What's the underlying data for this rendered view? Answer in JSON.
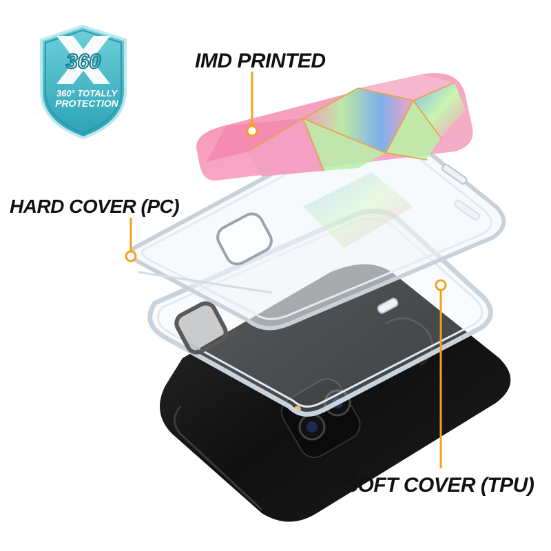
{
  "badge": {
    "logo_text": "360",
    "line1": "360° TOTALLY",
    "line2": "PROTECTION",
    "shield_color": "#5bc4cf",
    "shield_dark": "#1f8fa2"
  },
  "callouts": {
    "imd_printed": "IMD PRINTED",
    "hard_cover": "HARD COVER (PC)",
    "soft_cover": "SOFT COVER (TPU)"
  },
  "colors": {
    "callout_line": "#f2a21a",
    "phone_body": "#141414",
    "pattern_pink": "#f59ab8",
    "pattern_green": "#b8f0a0",
    "pattern_blue": "#6aa6ef"
  }
}
